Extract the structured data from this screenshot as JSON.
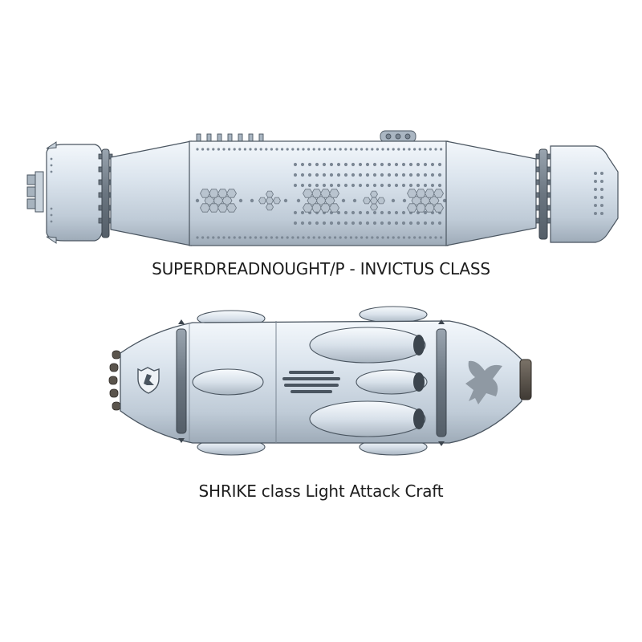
{
  "ships": [
    {
      "id": "invictus",
      "caption": "SUPERDREADNOUGHT/P - INVICTUS CLASS"
    },
    {
      "id": "shrike",
      "caption": "SHRIKE class Light Attack Craft"
    }
  ],
  "colors": {
    "hull_light": "#e8eff6",
    "hull_mid": "#c3d0dc",
    "hull_dark": "#8d9aa7",
    "outline": "#4a5560",
    "port": "#7b8794",
    "nozzle": "#5a544c",
    "emblem": "#8f99a3"
  },
  "icons": [
    "shield-lion-emblem",
    "eagle-emblem"
  ]
}
